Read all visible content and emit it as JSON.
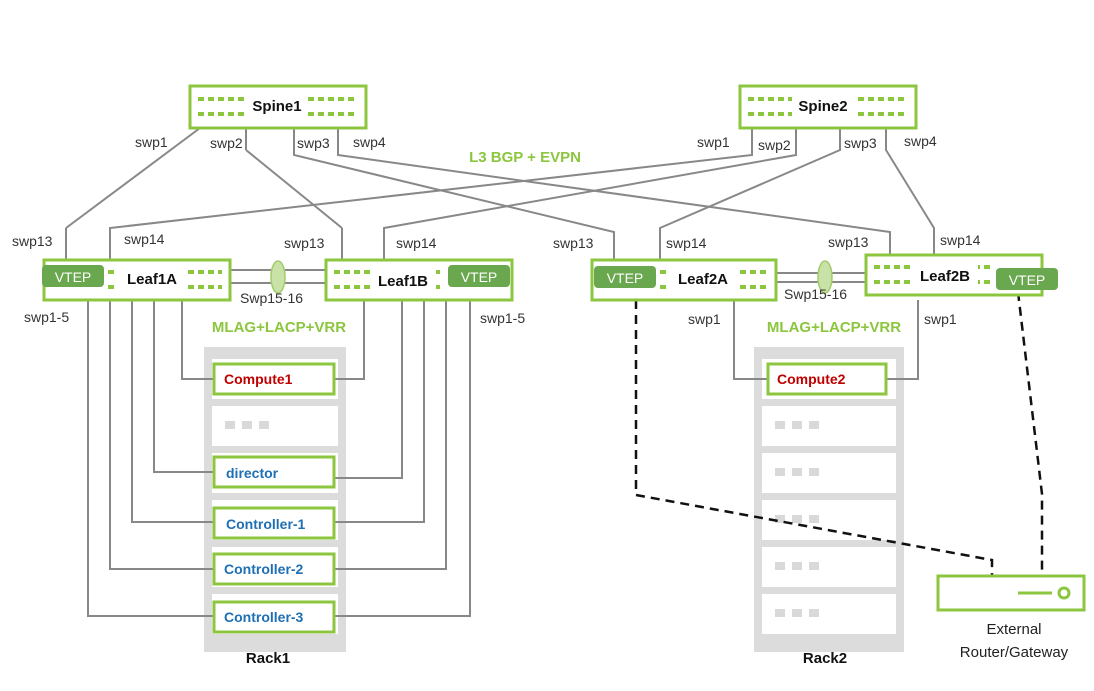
{
  "spines": [
    {
      "name": "Spine1",
      "ports": [
        "swp1",
        "swp2",
        "swp3",
        "swp4"
      ]
    },
    {
      "name": "Spine2",
      "ports": [
        "swp1",
        "swp2",
        "swp3",
        "swp4"
      ]
    }
  ],
  "fabric_label": "L3 BGP + EVPN",
  "leaves": [
    {
      "name": "Leaf1A",
      "vtep": "VTEP",
      "uplinks": [
        "swp13",
        "swp14"
      ],
      "downlink": "swp1-5"
    },
    {
      "name": "Leaf1B",
      "vtep": "VTEP",
      "uplinks": [
        "swp13",
        "swp14"
      ],
      "downlink": "swp1-5"
    },
    {
      "name": "Leaf2A",
      "vtep": "VTEP",
      "uplinks": [
        "swp13",
        "swp14"
      ],
      "downlink": "swp1"
    },
    {
      "name": "Leaf2B",
      "vtep": "VTEP",
      "uplinks": [
        "swp13",
        "swp14"
      ],
      "downlink": "swp1"
    }
  ],
  "peerlinks": [
    "Swp15-16",
    "Swp15-16"
  ],
  "mlag_label": "MLAG+LACP+VRR",
  "rack1": {
    "name": "Rack1",
    "servers": [
      {
        "label": "Compute1",
        "color": "#c00000"
      },
      {
        "label": "director",
        "color": "#1f6fb5"
      },
      {
        "label": "Controller-1",
        "color": "#1f6fb5"
      },
      {
        "label": "Controller-2",
        "color": "#1f6fb5"
      },
      {
        "label": "Controller-3",
        "color": "#1f6fb5"
      }
    ]
  },
  "rack2": {
    "name": "Rack2",
    "servers": [
      {
        "label": "Compute2",
        "color": "#c00000"
      }
    ]
  },
  "external": {
    "line1": "External",
    "line2": "Router/Gateway"
  },
  "colors": {
    "accent_green": "#8cc63f",
    "vtep_green": "#6aa84f",
    "rack_gray": "#d9d9d9",
    "link_gray": "#888888"
  },
  "icons": [
    "switch-icon",
    "server-icon",
    "router-icon",
    "lag-ellipse-icon"
  ]
}
